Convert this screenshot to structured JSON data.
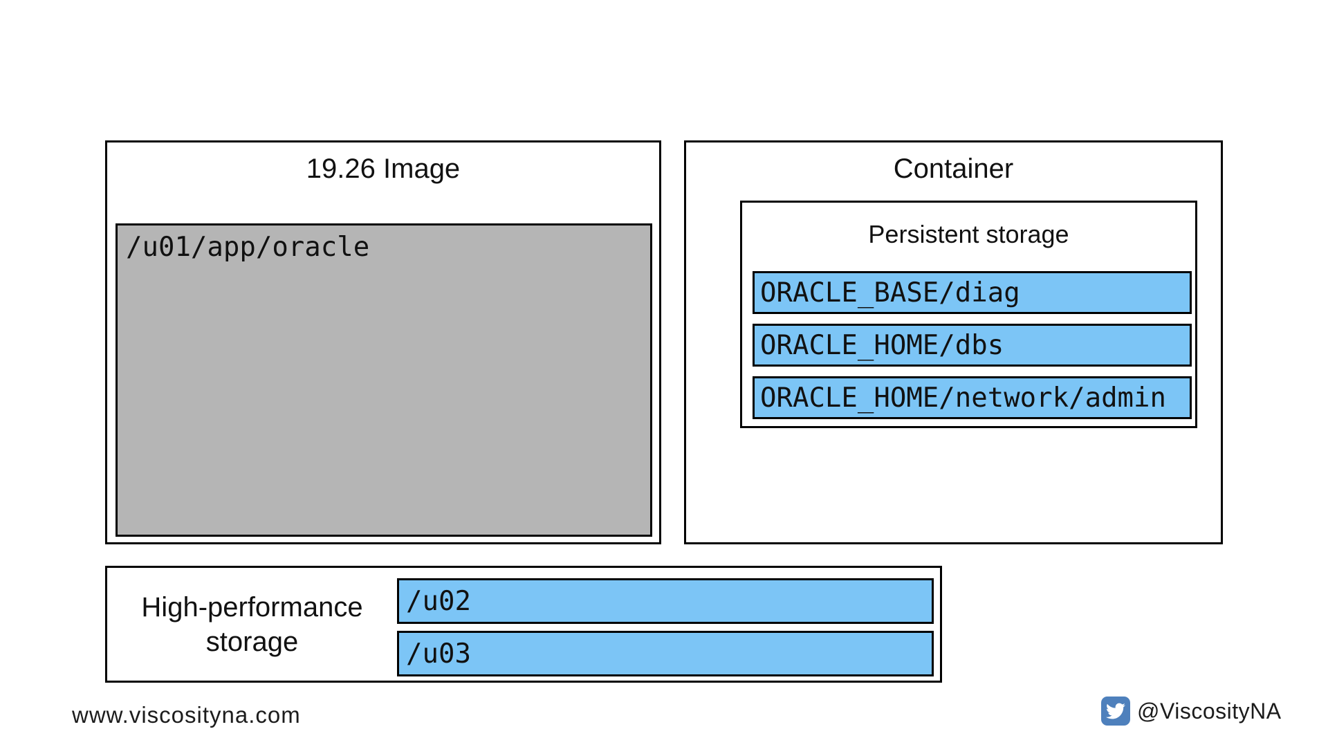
{
  "diagram": {
    "image_box": {
      "title": "19.26 Image",
      "volume": "/u01/app/oracle"
    },
    "container_box": {
      "title": "Container",
      "persistent_storage": {
        "title": "Persistent storage",
        "volumes": [
          "ORACLE_BASE/diag",
          "ORACLE_HOME/dbs",
          "ORACLE_HOME/network/admin"
        ]
      }
    },
    "high_performance_box": {
      "title_line1": "High-performance",
      "title_line2": "storage",
      "volumes": [
        "/u02",
        "/u03"
      ]
    }
  },
  "footer": {
    "website": "www.viscosityna.com",
    "twitter_handle": "@ViscosityNA",
    "twitter_icon": "twitter-bird-icon"
  },
  "colors": {
    "volume_blue": "#7CC5F6",
    "image_gray": "#B5B5B5",
    "border_black": "#000000",
    "twitter_blue": "#4E80BC",
    "background": "#FFFFFF"
  }
}
